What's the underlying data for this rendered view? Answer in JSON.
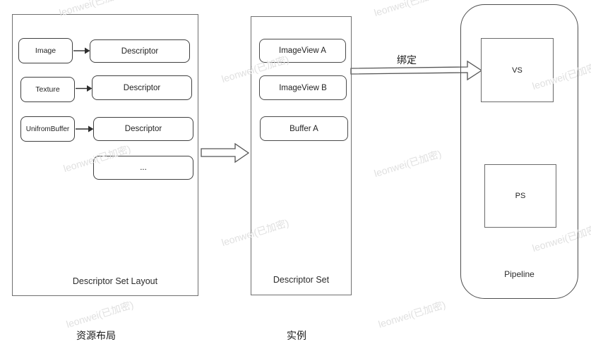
{
  "diagram": {
    "left_panel": {
      "title": "Descriptor Set Layout",
      "caption": "资源布局",
      "rows": [
        {
          "source": "Image",
          "target": "Descriptor"
        },
        {
          "source": "Texture",
          "target": "Descriptor"
        },
        {
          "source": "UnifromBuffer",
          "target": "Descriptor"
        }
      ],
      "more": "..."
    },
    "middle_panel": {
      "title": "Descriptor Set",
      "caption": "实例",
      "items": [
        "ImageView A",
        "ImageView B",
        "Buffer A"
      ]
    },
    "right_panel": {
      "title": "Pipeline",
      "vs_label": "VS",
      "ps_label": "PS"
    },
    "bind_label": "绑定",
    "watermark": "leonwei(已加密)"
  },
  "colors": {
    "line": "#3f3f3f",
    "panel_border": "#6f6f6f",
    "text": "#1f1f1f",
    "watermark": "#e0e0e0",
    "background": "#ffffff"
  }
}
